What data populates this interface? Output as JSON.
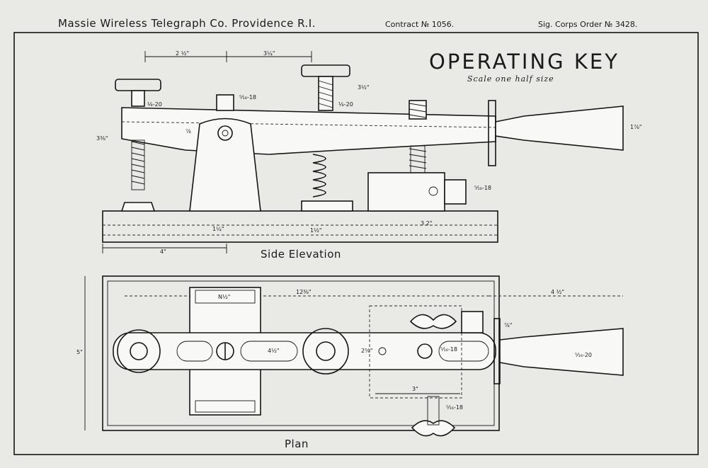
{
  "header": {
    "company": "Massie Wireless Telegraph Co. Providence R.I.",
    "contract": "Contract № 1056.",
    "order": "Sig. Corps Order № 3428."
  },
  "title": {
    "main": "OPERATING KEY",
    "scale": "Scale one half size"
  },
  "views": {
    "side": "Side Elevation",
    "plan": "Plan"
  },
  "dimensions": {
    "side": {
      "top_left": "2 ½\"",
      "top_mid": "3¼\"",
      "right_span": "3½\"",
      "base_left": "4\"",
      "base_mid": "1¼\"",
      "base_right": "3 2\"",
      "height_left": "3⅜\"",
      "screw_a": "⁵⁄₁₆-18",
      "screw_b": "⅛-20",
      "screw_c": "⁵⁄₁₆-18",
      "screw_d": "⅛-20",
      "base_center": "1½\"",
      "small_a": "⁷⁄₈",
      "knob_dia": "1⅞\""
    },
    "plan": {
      "overall": "12⅜\"",
      "right_ext": "4 ½\"",
      "width": "5\"",
      "top_frame": "N½\"",
      "cross_a": "4½\"",
      "cross_b": "2⅝\"",
      "bottom_span": "3\"",
      "screw_e": "⁵⁄₁₆-18",
      "screw_f": "⁵⁄₁₆-18",
      "handle": "⁵⁄₁₆-20",
      "small_b": "⅞\""
    }
  }
}
